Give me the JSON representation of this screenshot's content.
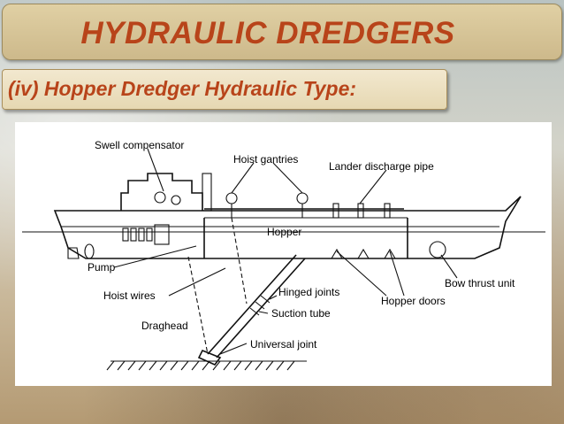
{
  "slide": {
    "title": "HYDRAULIC DREDGERS",
    "subtitle": "(iv) Hopper Dredger Hydraulic Type:"
  },
  "diagram": {
    "labels": {
      "swell_compensator": "Swell compensator",
      "hoist_gantries": "Hoist gantries",
      "lander_discharge_pipe": "Lander discharge pipe",
      "hopper": "Hopper",
      "pump": "Pump",
      "hoist_wires": "Hoist wires",
      "hinged_joints": "Hinged joints",
      "suction_tube": "Suction tube",
      "draghead": "Draghead",
      "universal_joint": "Universal joint",
      "hopper_doors": "Hopper doors",
      "bow_thrust_unit": "Bow thrust unit"
    }
  },
  "colors": {
    "title_text": "#b8441a",
    "title_bar": "#d8c596",
    "subtitle_bar": "#efe3c4"
  }
}
